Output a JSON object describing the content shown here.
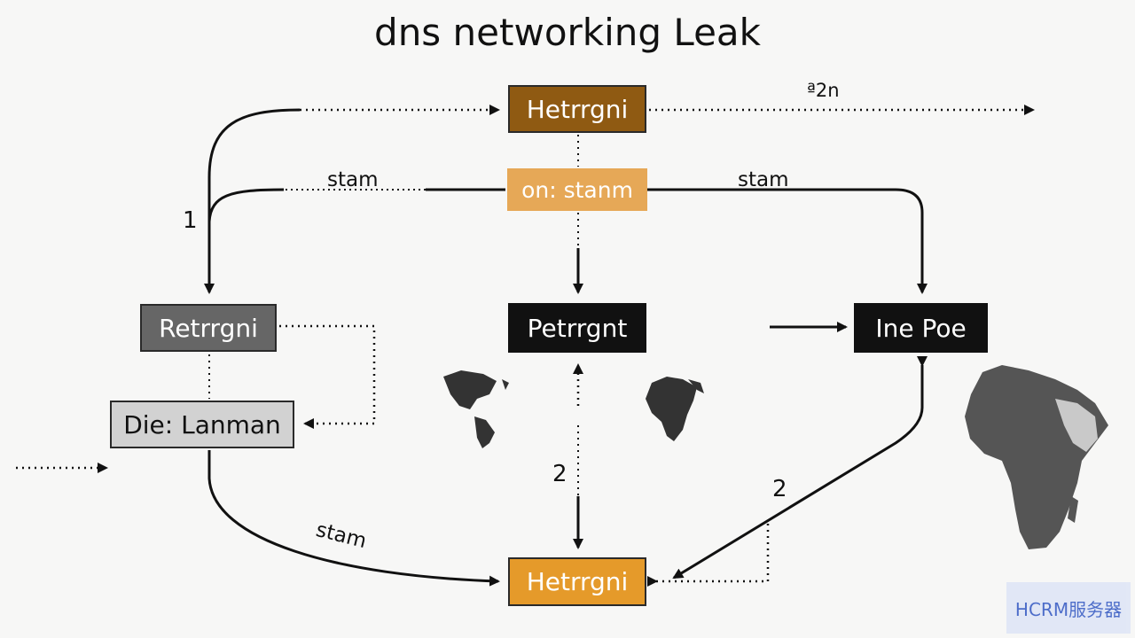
{
  "title": "dns networking Leak",
  "colors": {
    "dark_orange": "#8f5a12",
    "light_orange": "#e6a857",
    "orange": "#e59a2a",
    "gray": "#666666",
    "light_gray": "#d2d2d2",
    "black": "#111111",
    "line": "#111111"
  },
  "nodes": {
    "top": "Hetrrgni",
    "mid": "on: stanm",
    "left": "Retrrgni",
    "center": "Petrrgnt",
    "right": "Ine Poe",
    "die": "Die: Lanman",
    "bottom": "Hetrrgni"
  },
  "edge_labels": {
    "stam_left": "stam",
    "stam_right": "stam",
    "one": "1",
    "two_center": "2",
    "two_right": "2",
    "stam_curve": "stam",
    "top_right": "ª2n"
  },
  "decorations": [
    "world-map-icon",
    "africa-map-icon",
    "africa-large-map-icon"
  ],
  "watermark": "HCRM服务器"
}
